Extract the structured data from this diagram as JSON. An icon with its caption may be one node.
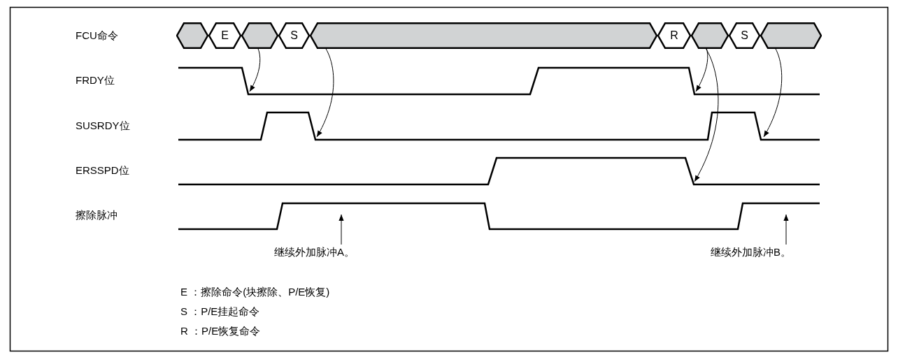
{
  "diagram": {
    "nodes": [
      {
        "text": [],
        "shape": "hexagon"
      },
      {
        "text": [
          "E"
        ]
      },
      {
        "text": [],
        "shape": "hexagon"
      },
      {
        "text": [
          "S"
        ]
      },
      {
        "text": [],
        "shape": "hexagon"
      },
      {
        "text": [
          "R"
        ]
      },
      {
        "text": [],
        "shape": "hexagon"
      },
      {
        "text": [
          "S"
        ]
      },
      {
        "text": [],
        "shape": "hexagon"
      },
      {
        "text": [
          "继续外加脉冲A。"
        ]
      },
      {
        "text": [
          "继续外加脉冲B。"
        ]
      }
    ],
    "edges": [
      {
        "from": 1,
        "to": null,
        "arrow": "to"
      },
      {
        "from": 3,
        "to": null,
        "arrow": "to"
      },
      {
        "from": 5,
        "to": null,
        "arrow": "to"
      },
      {
        "from": 5,
        "to": null,
        "arrow": "to"
      },
      {
        "from": 7,
        "to": null,
        "arrow": "to"
      },
      {
        "from": 9,
        "to": null,
        "arrow": "to"
      },
      {
        "from": 10,
        "to": null,
        "arrow": "to"
      }
    ],
    "labels": [
      "FCU命令",
      "FRDY位",
      "SUSRDY位",
      "ERSSPD位",
      "擦除脉冲",
      "E ：擦除命令(块擦除、P/E恢复)",
      "S ：P/E挂起命令",
      "R ：P/E恢复命令"
    ]
  }
}
